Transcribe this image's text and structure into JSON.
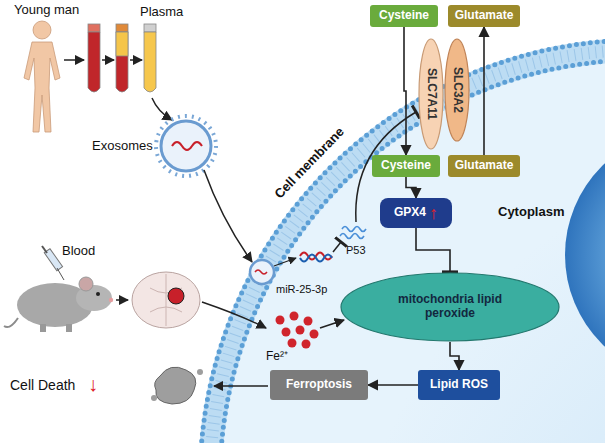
{
  "diagram": {
    "nodes": [
      {
        "text": [
          "Cysteine"
        ]
      },
      {
        "text": [
          "Glutamate"
        ]
      },
      {
        "text": [
          "SLC7A11"
        ]
      },
      {
        "text": [
          "SLC3A2"
        ]
      },
      {
        "text": [
          "Cysteine"
        ]
      },
      {
        "text": [
          "Glutamate"
        ]
      },
      {
        "text": [
          "GPX4",
          "↑"
        ]
      },
      {
        "text": [
          "mitochondria lipid peroxide"
        ]
      },
      {
        "text": [
          "Lipid ROS"
        ]
      },
      {
        "text": [
          "Ferroptosis"
        ]
      }
    ],
    "edges": [
      {
        "from": 0,
        "to": 4,
        "arrow": "to"
      },
      {
        "from": 5,
        "to": 1,
        "arrow": "to"
      },
      {
        "from": 4,
        "to": 6,
        "arrow": "to"
      },
      {
        "from": 6,
        "to": 7,
        "arrow": "to"
      },
      {
        "from": 7,
        "to": 8,
        "arrow": "to"
      },
      {
        "from": 8,
        "to": 9,
        "arrow": "to"
      }
    ],
    "labels": [
      "Young man",
      "Plasma",
      "Exosomes",
      "Blood",
      "Cell membrane",
      "miR-25-3p",
      "P53",
      "Cytoplasm",
      "Fe²⁺",
      "Cell Death",
      "↓"
    ]
  }
}
